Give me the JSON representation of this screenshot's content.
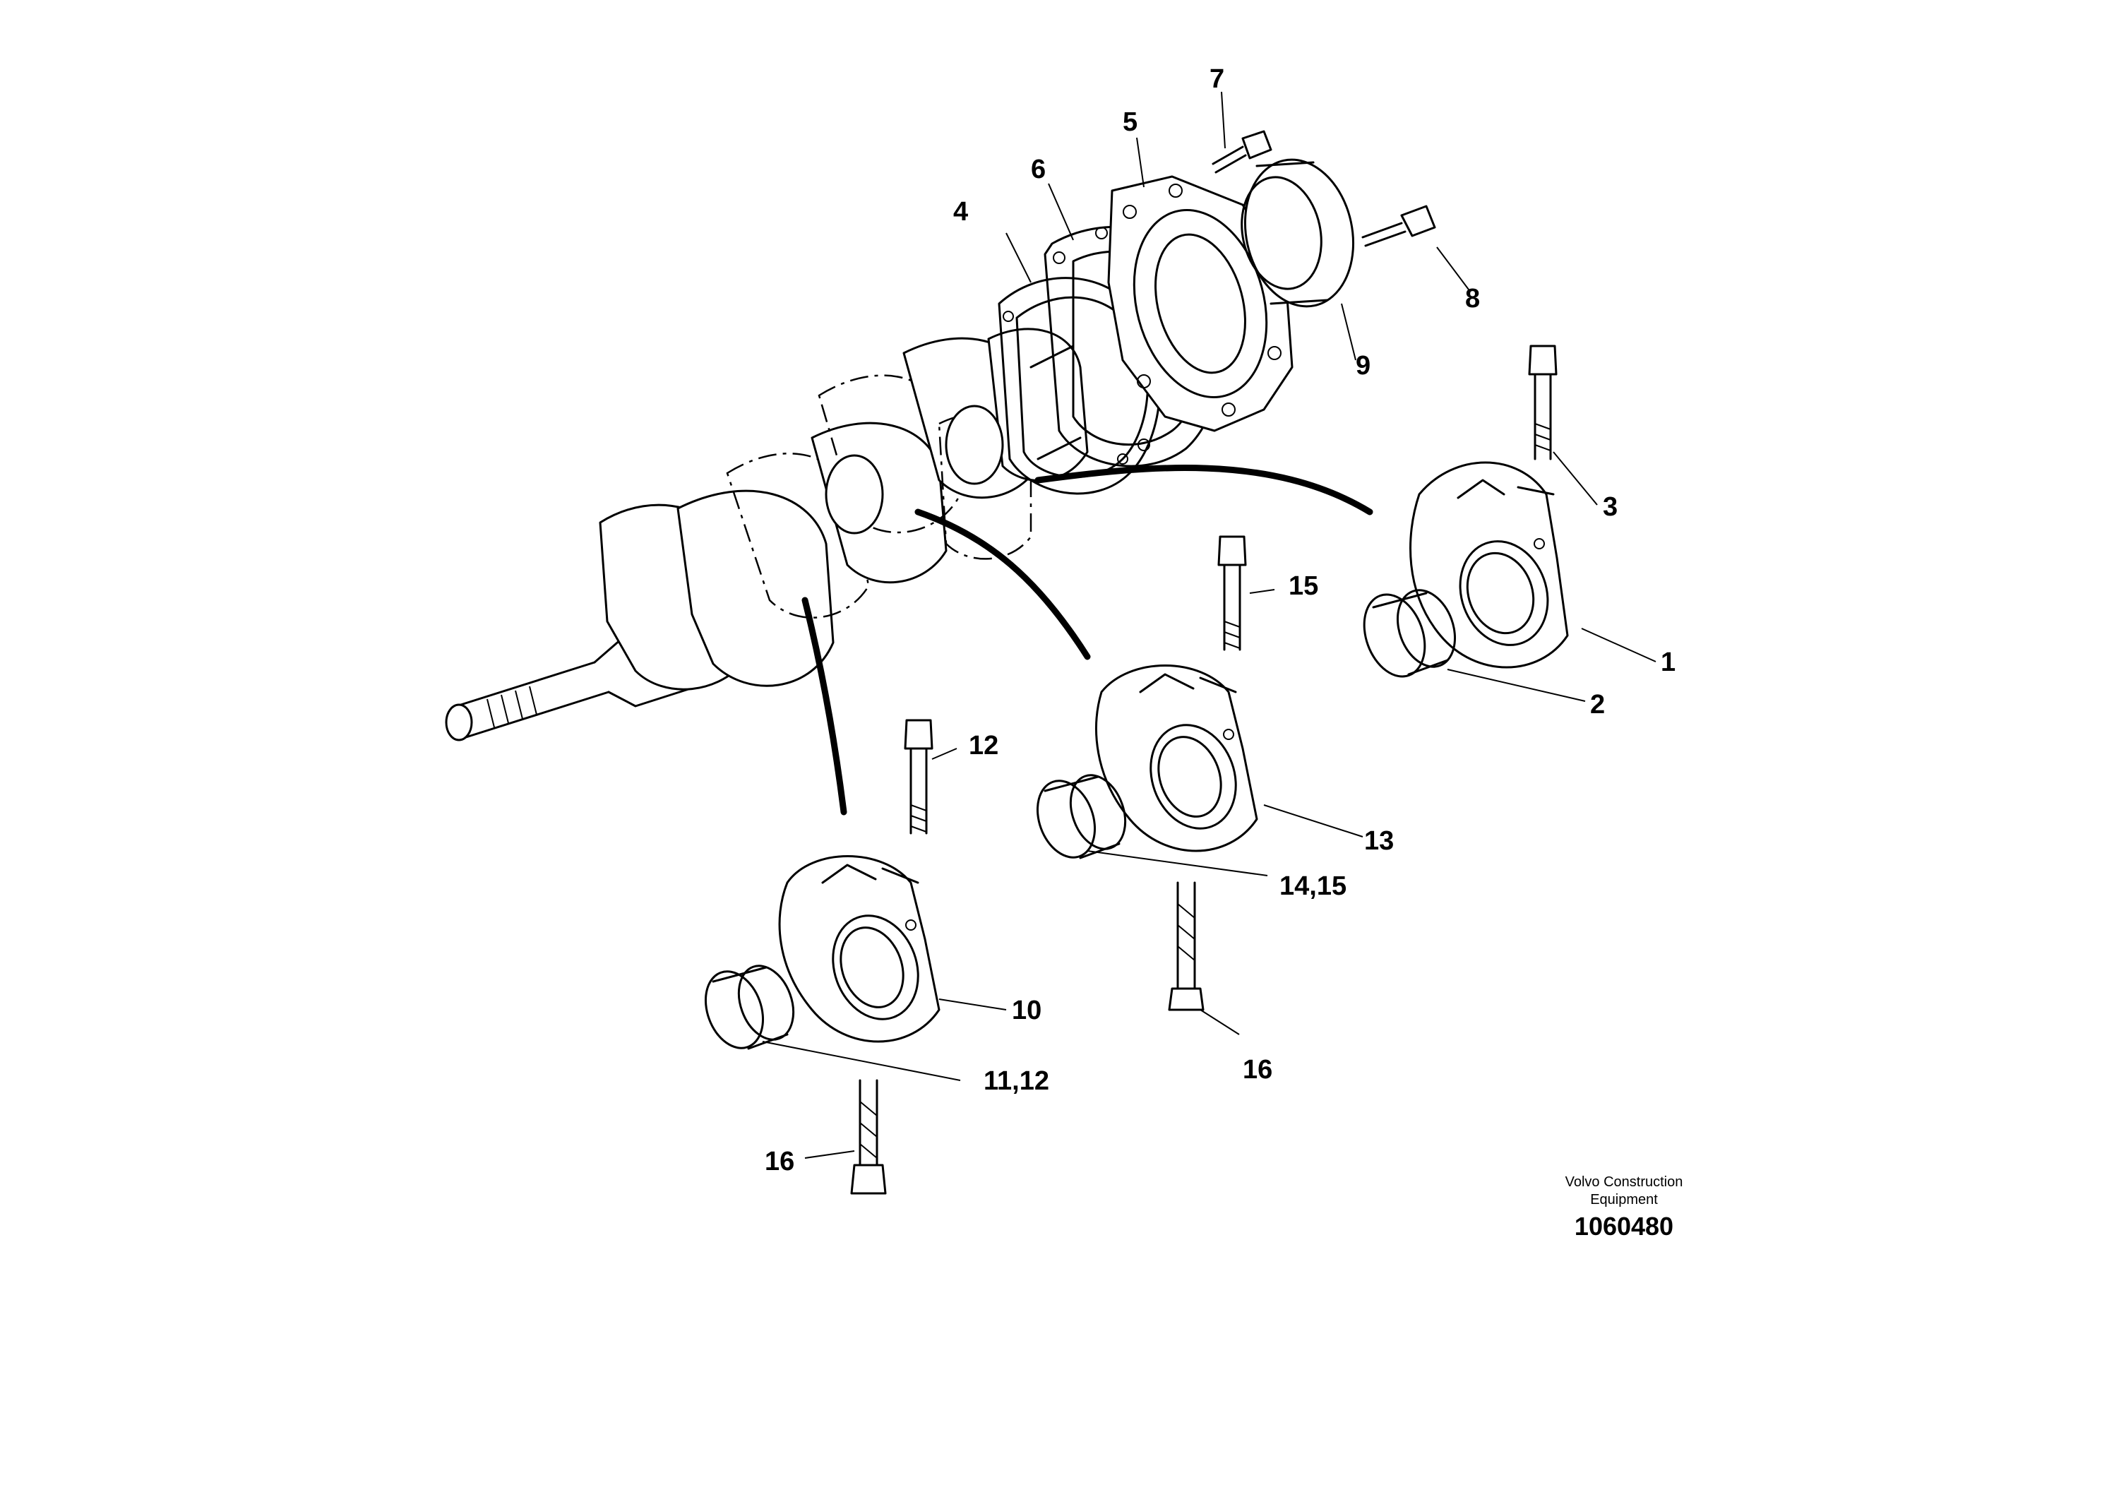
{
  "drawing": {
    "callouts": [
      "1",
      "2",
      "3",
      "4",
      "5",
      "6",
      "7",
      "8",
      "9",
      "10",
      "11,12",
      "12",
      "13",
      "14,15",
      "15",
      "16",
      "16",
      "16"
    ],
    "company_lines": [
      "Volvo Construction",
      "Equipment"
    ],
    "drawing_number": "1060480"
  }
}
